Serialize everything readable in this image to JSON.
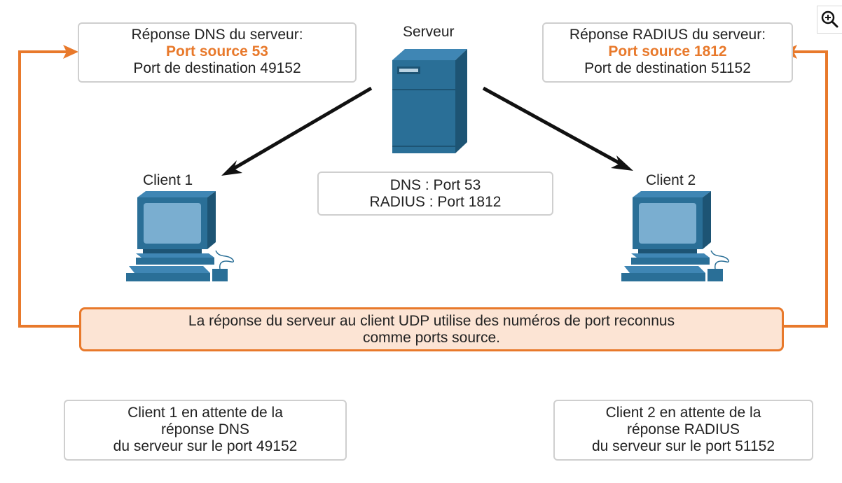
{
  "server": {
    "label": "Serveur",
    "ports_box": {
      "lines": [
        "DNS : Port 53",
        "RADIUS : Port 1812"
      ]
    }
  },
  "dns_response": {
    "title": "Réponse DNS du serveur:",
    "source_port": "Port source 53",
    "dest_port": "Port de destination 49152"
  },
  "radius_response": {
    "title": "Réponse RADIUS du serveur:",
    "source_port": "Port source 1812",
    "dest_port": "Port de destination 51152"
  },
  "client1": {
    "label": "Client 1",
    "waiting": [
      "Client 1 en attente de la",
      "réponse DNS",
      "du serveur sur le port 49152"
    ]
  },
  "client2": {
    "label": "Client 2",
    "waiting": [
      "Client 2 en attente de la",
      "réponse RADIUS",
      "du serveur sur le port 51152"
    ]
  },
  "note": {
    "lines": [
      "La réponse du serveur au client UDP utilise des numéros de port reconnus",
      "comme ports source."
    ]
  },
  "colors": {
    "accent_orange": "#e8792b",
    "note_fill": "#fce4d4",
    "device_blue": "#2a6f97",
    "device_dark": "#1d5474",
    "arrow": "#111111"
  },
  "icons": {
    "zoom": "zoom-in-icon"
  }
}
